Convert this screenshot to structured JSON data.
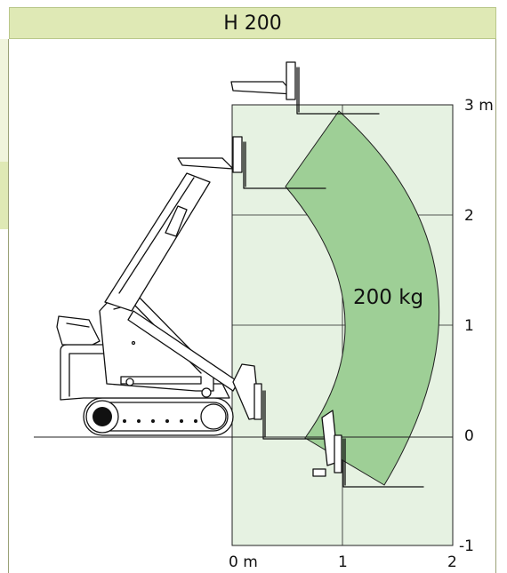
{
  "header": {
    "title": "H 200"
  },
  "load_area": {
    "label": "200 kg"
  },
  "axes": {
    "x_ticks": [
      "0 m",
      "1",
      "2"
    ],
    "y_ticks": [
      "3 m",
      "2",
      "1",
      "0",
      "-1"
    ]
  },
  "colors": {
    "header_bg": "#dfe9b5",
    "grid_bg": "#e6f2e2",
    "load_area_fill": "#9ecf96",
    "grid_line": "#222222"
  }
}
